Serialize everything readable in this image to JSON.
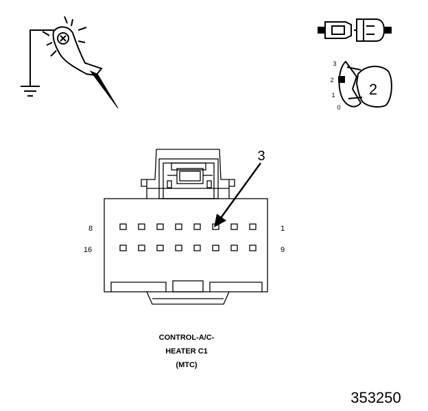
{
  "diagram": {
    "callout_number": "3",
    "pin_labels": {
      "top_left": "8",
      "top_right": "1",
      "bottom_left": "16",
      "bottom_right": "9"
    },
    "caption": {
      "line1": "CONTROL-A/C-",
      "line2": "HEATER C1",
      "line3": "(MTC)"
    },
    "switch_positions": [
      "3",
      "2",
      "1",
      "0"
    ],
    "switch_selected": "2",
    "figure_id": "353250"
  }
}
